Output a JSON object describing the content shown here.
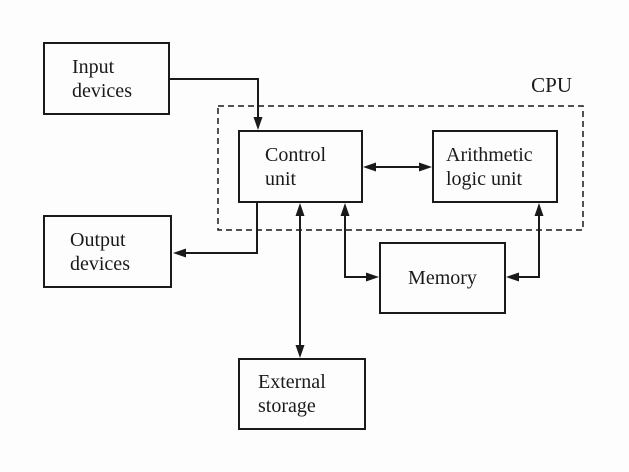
{
  "diagram": {
    "cpu_label": "CPU",
    "nodes": {
      "input": {
        "label": "Input\ndevices"
      },
      "output": {
        "label": "Output\ndevices"
      },
      "control": {
        "label": "Control\nunit"
      },
      "alu": {
        "label": "Arithmetic\nlogic unit"
      },
      "memory": {
        "label": "Memory"
      },
      "external": {
        "label": "External\nstorage"
      }
    },
    "edges": [
      {
        "from": "input-devices",
        "to": "control-unit",
        "direction": "one-way"
      },
      {
        "from": "control-unit",
        "to": "output-devices",
        "direction": "one-way"
      },
      {
        "from": "control-unit",
        "to": "arithmetic-logic-unit",
        "direction": "two-way"
      },
      {
        "from": "control-unit",
        "to": "memory",
        "direction": "two-way"
      },
      {
        "from": "control-unit",
        "to": "external-storage",
        "direction": "two-way"
      },
      {
        "from": "arithmetic-logic-unit",
        "to": "memory",
        "direction": "two-way"
      }
    ],
    "colors": {
      "line": "#1a1a1a",
      "background": "#fdfdfd"
    }
  }
}
